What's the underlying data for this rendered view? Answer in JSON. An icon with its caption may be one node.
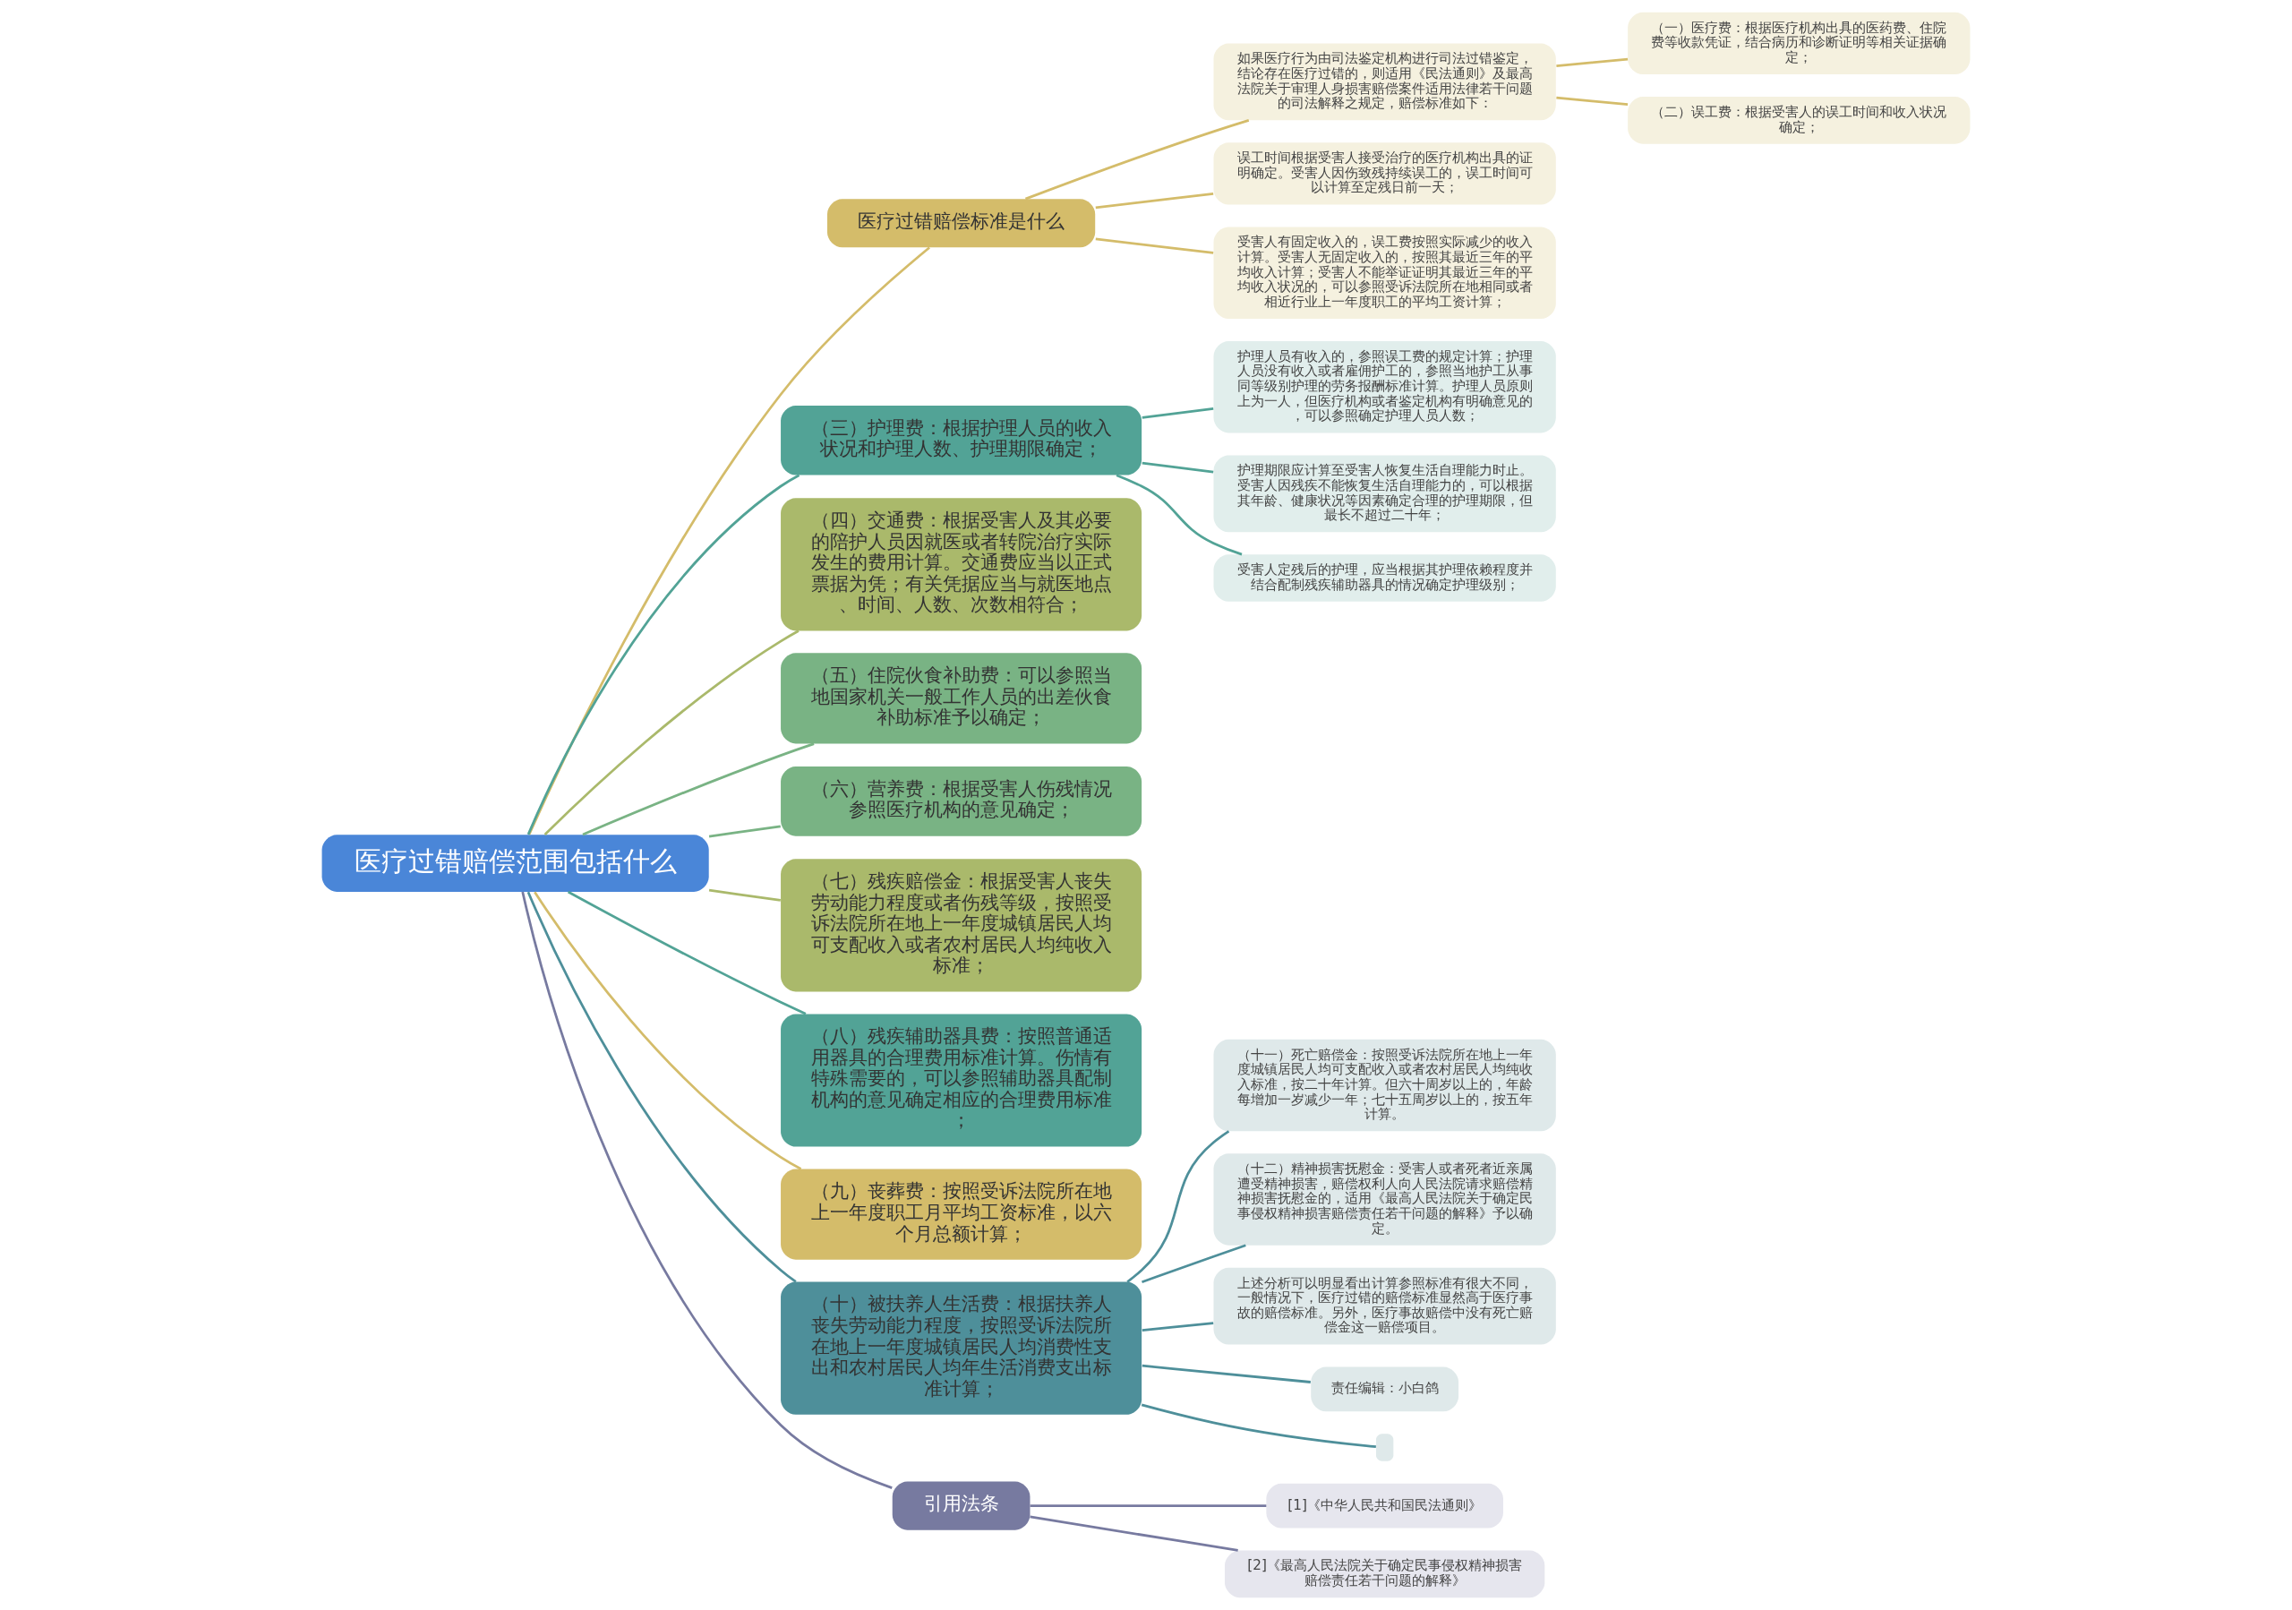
{
  "diagram": {
    "nodes": [
      {
        "text": [
          "医疗过错赔偿范围包括什么"
        ]
      },
      {
        "text": [
          "医疗过错赔偿标准是什么"
        ]
      },
      {
        "text": [
          "如果医疗行为由司法鉴定机构进行司法过错鉴定，结论存在医疗过错的，则适用《民法通则》及最高法院关于审理人身损害赔偿案件适用法律若干问题的司法解释之规定，赔偿标准如下："
        ]
      },
      {
        "text": [
          "（一）医疗费：根据医疗机构出具的医药费、住院费等收款凭证，结合病历和诊断证明等相关证据确定；"
        ]
      },
      {
        "text": [
          "（二）误工费：根据受害人的误工时间和收入状况确定；"
        ]
      },
      {
        "text": [
          "误工时间根据受害人接受治疗的医疗机构出具的证明确定。受害人因伤致残持续误工的，误工时间可以计算至定残日前一天；"
        ]
      },
      {
        "text": [
          "受害人有固定收入的，误工费按照实际减少的收入计算。受害人无固定收入的，按照其最近三年的平均收入计算；受害人不能举证证明其最近三年的平均收入状况的，可以参照受诉法院所在地相同或者相近行业上一年度职工的平均工资计算；"
        ]
      },
      {
        "text": [
          "（三）护理费：根据护理人员的收入状况和护理人数、护理期限确定；"
        ]
      },
      {
        "text": [
          "护理人员有收入的，参照误工费的规定计算；护理人员没有收入或者雇佣护工的，参照当地护工从事同等级别护理的劳务报酬标准计算。护理人员原则上为一人，但医疗机构或者鉴定机构有明确意见的，可以参照确定护理人员人数；"
        ]
      },
      {
        "text": [
          "护理期限应计算至受害人恢复生活自理能力时止。受害人因残疾不能恢复生活自理能力的，可以根据其年龄、健康状况等因素确定合理的护理期限，但最长不超过二十年；"
        ]
      },
      {
        "text": [
          "受害人定残后的护理，应当根据其护理依赖程度并结合配制残疾辅助器具的情况确定护理级别；"
        ]
      },
      {
        "text": [
          "（四）交通费：根据受害人及其必要的陪护人员因就医或者转院治疗实际发生的费用计算。交通费应当以正式票据为凭；有关凭据应当与就医地点、时间、人数、次数相符合；"
        ]
      },
      {
        "text": [
          "（五）住院伙食补助费：可以参照当地国家机关一般工作人员的出差伙食补助标准予以确定；"
        ]
      },
      {
        "text": [
          "（六）营养费：根据受害人伤残情况参照医疗机构的意见确定；"
        ]
      },
      {
        "text": [
          "（七）残疾赔偿金：根据受害人丧失劳动能力程度或者伤残等级，按照受诉法院所在地上一年度城镇居民人均可支配收入或者农村居民人均纯收入标准；"
        ]
      },
      {
        "text": [
          "（八）残疾辅助器具费：按照普通适用器具的合理费用标准计算。伤情有特殊需要的，可以参照辅助器具配制机构的意见确定相应的合理费用标准；"
        ]
      },
      {
        "text": [
          "（九）丧葬费：按照受诉法院所在地上一年度职工月平均工资标准，以六个月总额计算；"
        ]
      },
      {
        "text": [
          "（十）被扶养人生活费：根据扶养人丧失劳动能力程度，按照受诉法院所在地上一年度城镇居民人均消费性支出和农村居民人均年生活消费支出标准计算；"
        ]
      },
      {
        "text": [
          "（十一）死亡赔偿金：按照受诉法院所在地上一年度城镇居民人均可支配收入或者农村居民人均纯收入标准，按二十年计算。但六十周岁以上的，年龄每增加一岁减少一年；七十五周岁以上的，按五年计算。"
        ]
      },
      {
        "text": [
          "（十二）精神损害抚慰金：受害人或者死者近亲属遭受精神损害，赔偿权利人向人民法院请求赔偿精神损害抚慰金的，适用《最高人民法院关于确定民事侵权精神损害赔偿责任若干问题的解释》予以确定。"
        ]
      },
      {
        "text": [
          "上述分析可以明显看出计算参照标准有很大不同，一般情况下，医疗过错的赔偿标准显然高于医疗事故的赔偿标准。另外，医疗事故赔偿中没有死亡赔偿金这一赔偿项目。"
        ]
      },
      {
        "text": [
          "责任编辑：小白鸽"
        ]
      },
      {
        "text": [],
        "shape": "box"
      },
      {
        "text": [
          "引用法条"
        ]
      },
      {
        "text": [
          "[1]《中华人民共和国民法通则》"
        ]
      },
      {
        "text": [
          "[2]《最高人民法院关于确定民事侵权精神损害赔偿责任若干问题的解释》"
        ]
      }
    ],
    "edges": [
      {
        "from": 0,
        "to": 1,
        "arrow": "none",
        "color": "#d4bc6a"
      },
      {
        "from": 1,
        "to": 2,
        "arrow": "none",
        "color": "#d4bc6a"
      },
      {
        "from": 2,
        "to": 3,
        "arrow": "none",
        "color": "#d4bc6a"
      },
      {
        "from": 2,
        "to": 4,
        "arrow": "none",
        "color": "#d4bc6a"
      },
      {
        "from": 1,
        "to": 5,
        "arrow": "none",
        "color": "#d4bc6a"
      },
      {
        "from": 1,
        "to": 6,
        "arrow": "none",
        "color": "#d4bc6a"
      },
      {
        "from": 0,
        "to": 7,
        "arrow": "none",
        "color": "#52a396"
      },
      {
        "from": 7,
        "to": 8,
        "arrow": "none",
        "color": "#52a396"
      },
      {
        "from": 7,
        "to": 9,
        "arrow": "none",
        "color": "#52a396"
      },
      {
        "from": 7,
        "to": 10,
        "arrow": "none",
        "color": "#52a396"
      },
      {
        "from": 0,
        "to": 11,
        "arrow": "none",
        "color": "#aab96b"
      },
      {
        "from": 0,
        "to": 12,
        "arrow": "none",
        "color": "#79b384"
      },
      {
        "from": 0,
        "to": 13,
        "arrow": "none",
        "color": "#79b384"
      },
      {
        "from": 0,
        "to": 14,
        "arrow": "none",
        "color": "#aab96b"
      },
      {
        "from": 0,
        "to": 15,
        "arrow": "none",
        "color": "#52a396"
      },
      {
        "from": 0,
        "to": 16,
        "arrow": "none",
        "color": "#d4bc6a"
      },
      {
        "from": 0,
        "to": 17,
        "arrow": "none",
        "color": "#4e8f9a"
      },
      {
        "from": 17,
        "to": 18,
        "arrow": "none",
        "color": "#4e8f9a"
      },
      {
        "from": 17,
        "to": 19,
        "arrow": "none",
        "color": "#4e8f9a"
      },
      {
        "from": 17,
        "to": 20,
        "arrow": "none",
        "color": "#4e8f9a"
      },
      {
        "from": 17,
        "to": 21,
        "arrow": "none",
        "color": "#4e8f9a"
      },
      {
        "from": 17,
        "to": 22,
        "arrow": "none",
        "color": "#4e8f9a"
      },
      {
        "from": 0,
        "to": 23,
        "arrow": "none",
        "color": "#777aa0"
      },
      {
        "from": 23,
        "to": 24,
        "arrow": "none",
        "color": "#777aa0"
      },
      {
        "from": 23,
        "to": 25,
        "arrow": "none",
        "color": "#777aa0"
      }
    ]
  }
}
